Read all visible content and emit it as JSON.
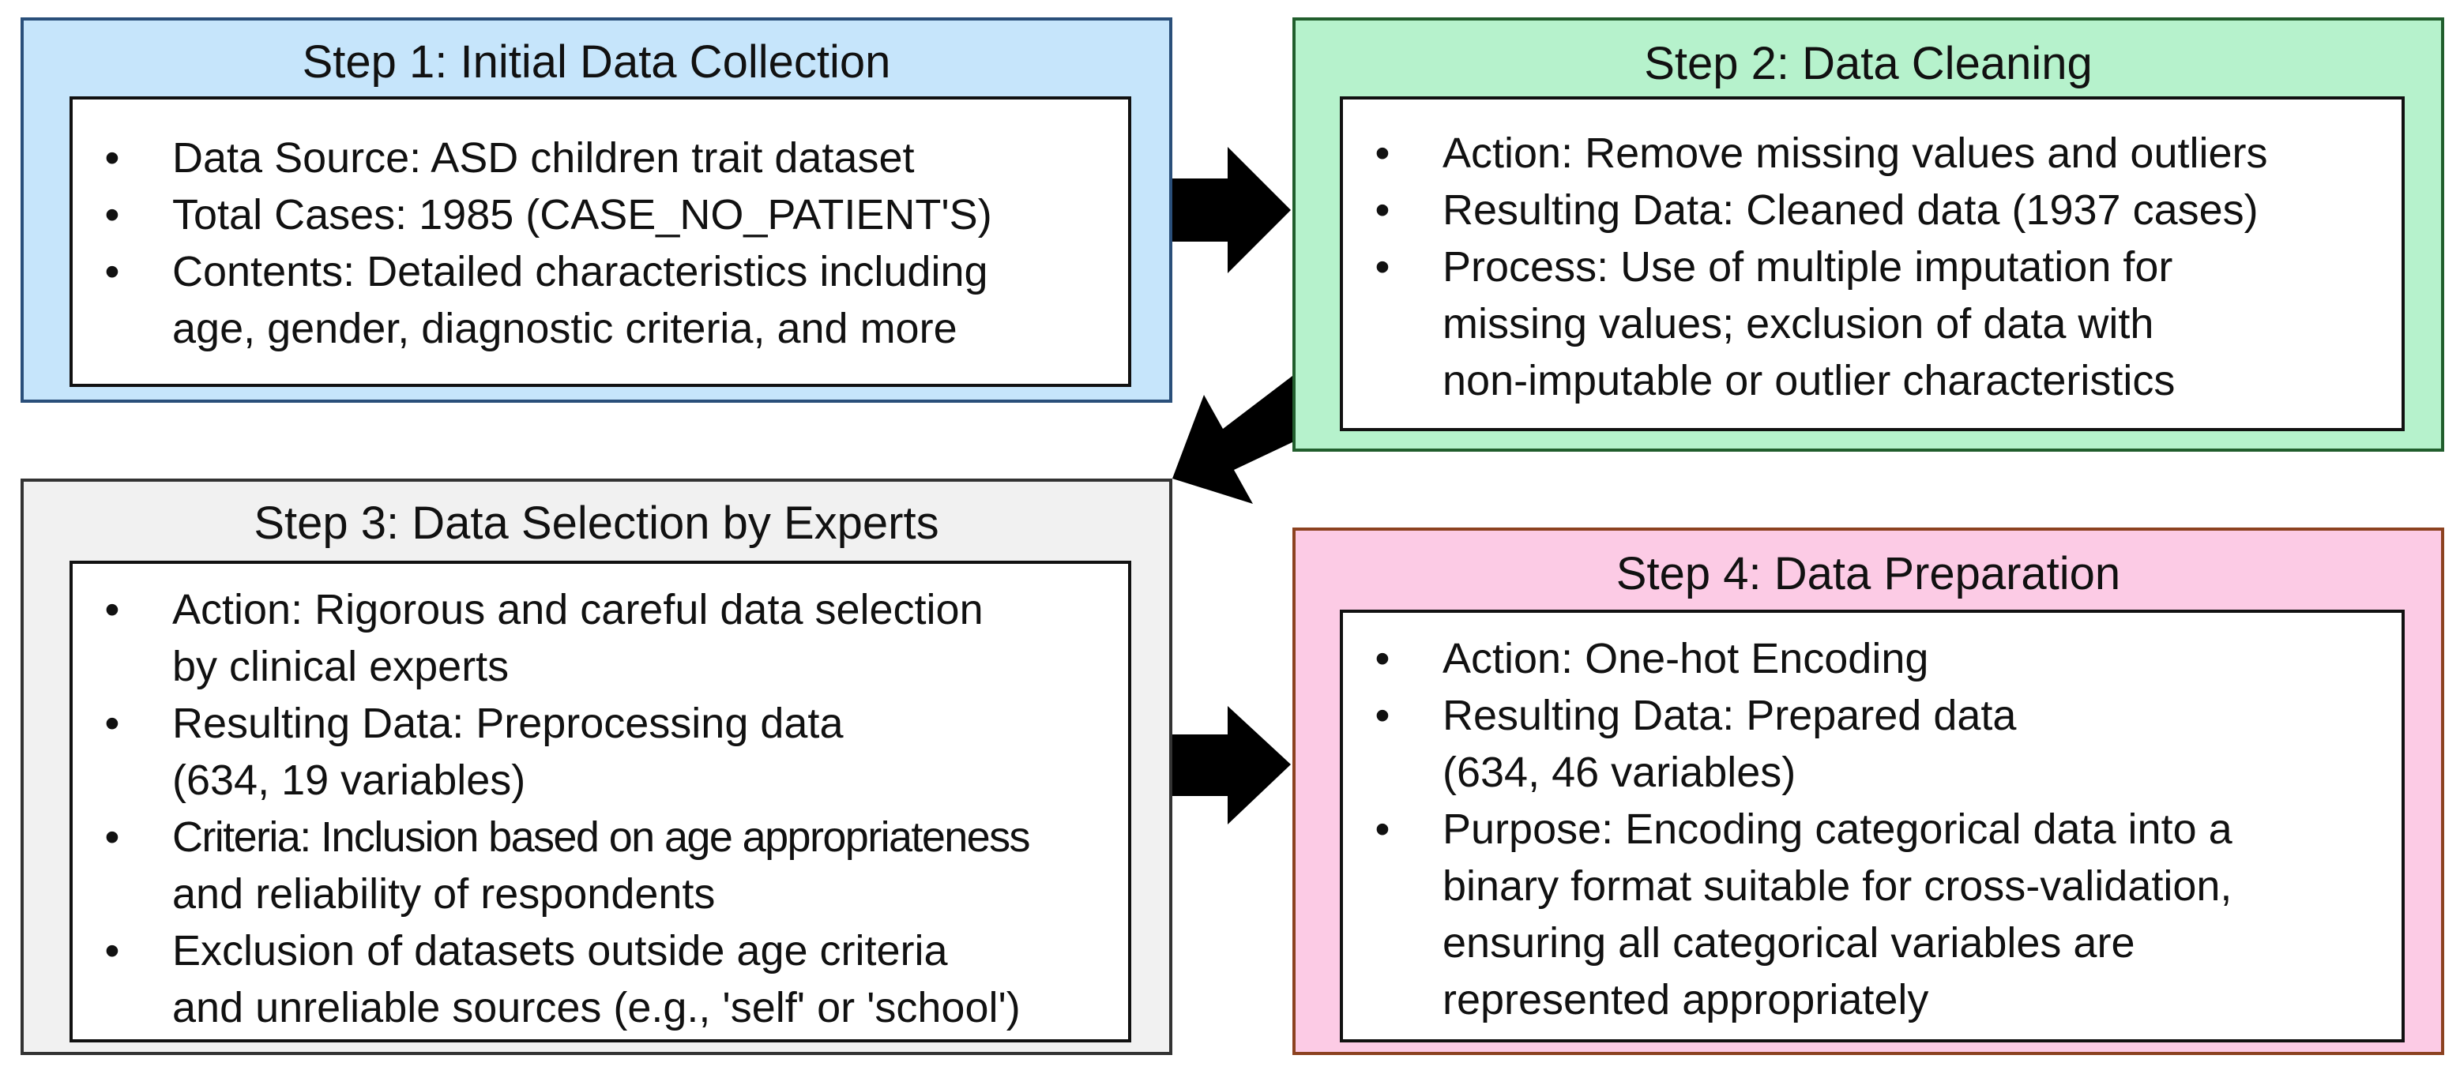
{
  "steps": [
    {
      "title": "Step 1: Initial Data Collection",
      "color": "#c6e5fb",
      "items": [
        [
          "Data Source: ASD children trait dataset"
        ],
        [
          "Total Cases: 1985 (CASE_NO_PATIENT'S)"
        ],
        [
          "Contents: Detailed characteristics including",
          "age, gender, diagnostic criteria, and more"
        ]
      ]
    },
    {
      "title": "Step 2: Data Cleaning",
      "color": "#b6f2cc",
      "items": [
        [
          "Action: Remove missing values and outliers"
        ],
        [
          "Resulting Data: Cleaned data (1937 cases)"
        ],
        [
          "Process: Use of multiple imputation for",
          "missing values; exclusion of data with",
          "non-imputable or outlier characteristics"
        ]
      ]
    },
    {
      "title": "Step 3: Data Selection by Experts",
      "color": "#f1f1f1",
      "items": [
        [
          "Action: Rigorous and careful data selection",
          "by clinical experts"
        ],
        [
          "Resulting Data: Preprocessing data",
          "(634, 19 variables)"
        ],
        [
          "Criteria: Inclusion based on age appropriateness",
          "and reliability of respondents"
        ],
        [
          "Exclusion of datasets outside age criteria",
          "and unreliable sources (e.g., 'self' or 'school')"
        ]
      ]
    },
    {
      "title": "Step 4: Data Preparation",
      "color": "#fccbe5",
      "items": [
        [
          "Action: One-hot Encoding"
        ],
        [
          "Resulting Data: Prepared data",
          "(634, 46 variables)"
        ],
        [
          "Purpose: Encoding categorical data into a",
          "binary format suitable for cross-validation,",
          "ensuring all categorical variables are",
          "represented appropriately"
        ]
      ]
    }
  ],
  "bullet_char": "•"
}
